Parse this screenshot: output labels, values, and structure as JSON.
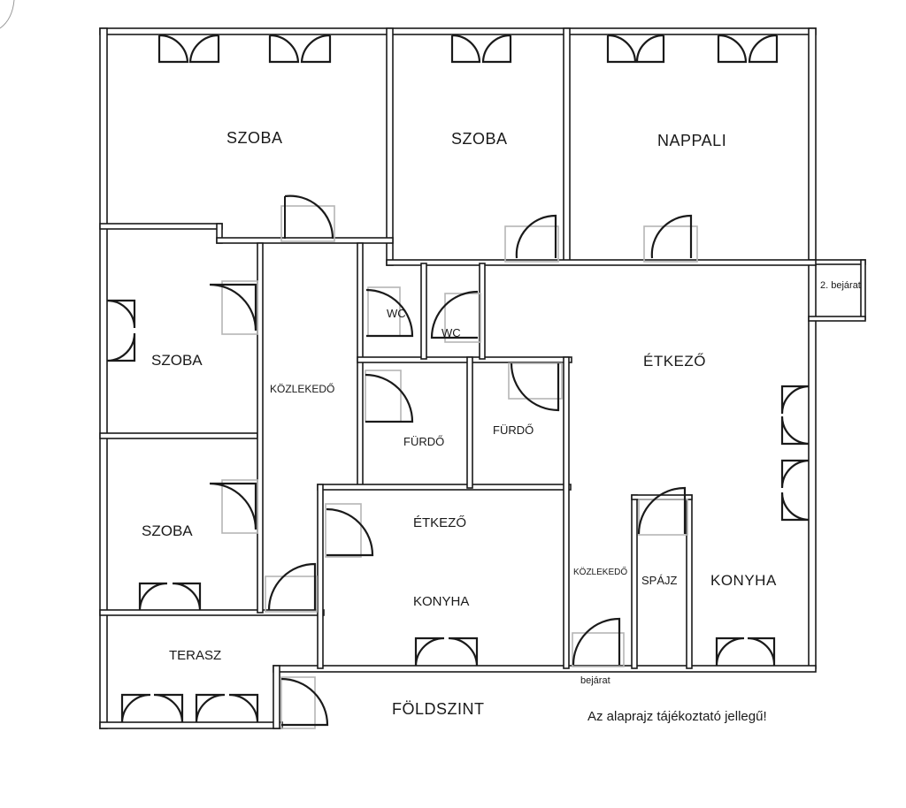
{
  "rooms": {
    "szoba1": "SZOBA",
    "szoba2": "SZOBA",
    "nappali": "NAPPALI",
    "szoba3": "SZOBA",
    "szoba4": "SZOBA",
    "kozlekedo1": "KÖZLEKEDŐ",
    "wc1": "WC",
    "wc2": "WC",
    "furdo1": "FÜRDŐ",
    "furdo2": "FÜRDŐ",
    "etkezo_main": "ÉTKEZŐ",
    "etkezo_lower": "ÉTKEZŐ",
    "konyha_lower": "KONYHA",
    "kozlekedo2": "KÖZLEKEDŐ",
    "spajz": "SPÁJZ",
    "konyha_right": "KONYHA",
    "terasz": "TERASZ",
    "bejarat2": "2. bejárat",
    "bejarat": "bejárat"
  },
  "floor_label": "FÖLDSZINT",
  "disclaimer": "Az alaprajz tájékoztató jellegű!"
}
